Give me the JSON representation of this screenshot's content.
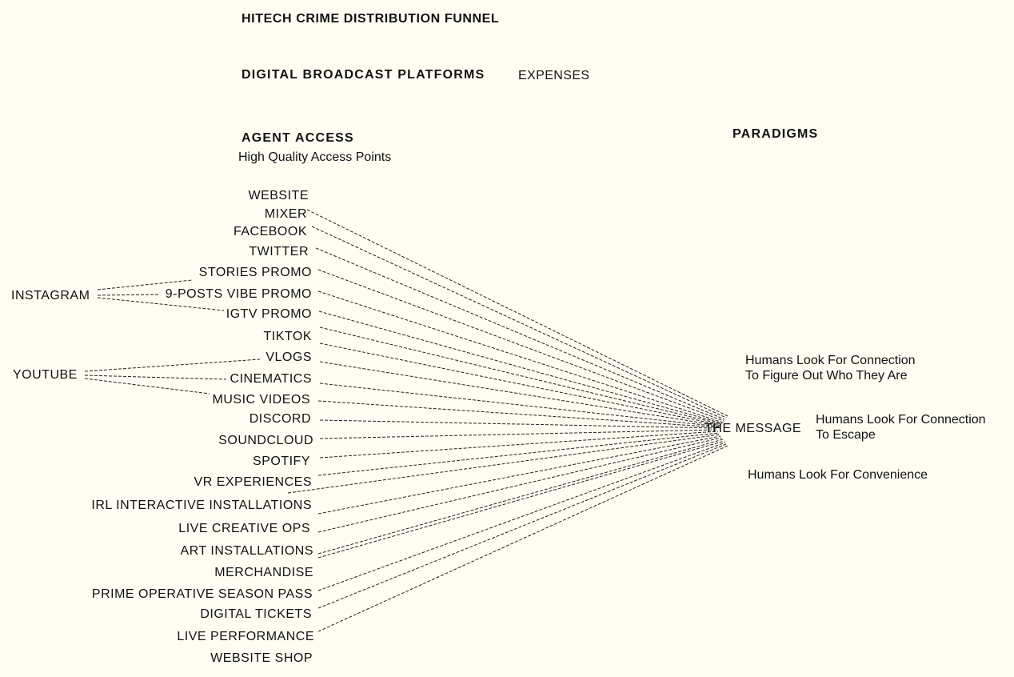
{
  "title": "HITECH CRIME DISTRIBUTION FUNNEL",
  "platforms_heading": "DIGITAL BROADCAST PLATFORMS",
  "expenses_label": "EXPENSES",
  "agent_access": {
    "heading": "AGENT ACCESS",
    "subheading": "High Quality Access Points"
  },
  "paradigms_heading": "PARADIGMS",
  "channels": [
    "WEBSITE",
    "MIXER",
    "FACEBOOK",
    "TWITTER",
    "STORIES PROMO",
    "9-POSTS VIBE PROMO",
    "IGTV PROMO",
    "TIKTOK",
    "VLOGS",
    "CINEMATICS",
    "MUSIC VIDEOS",
    "DISCORD",
    "SOUNDCLOUD",
    "SPOTIFY",
    "VR EXPERIENCES",
    "IRL INTERACTIVE INSTALLATIONS",
    "LIVE CREATIVE OPS",
    "ART INSTALLATIONS",
    "MERCHANDISE",
    "PRIME OPERATIVE SEASON PASS",
    "DIGITAL TICKETS",
    "LIVE PERFORMANCE",
    "WEBSITE SHOP"
  ],
  "groups": {
    "instagram": "INSTAGRAM",
    "youtube": "YOUTUBE"
  },
  "message_label": "THE MESSAGE",
  "paradigms": [
    {
      "line1": "Humans Look For Connection",
      "line2": "To Figure Out Who They Are"
    },
    {
      "line1": "Humans Look For Connection",
      "line2": "To Escape"
    },
    {
      "line1": "Humans Look For Convenience",
      "line2": ""
    }
  ]
}
